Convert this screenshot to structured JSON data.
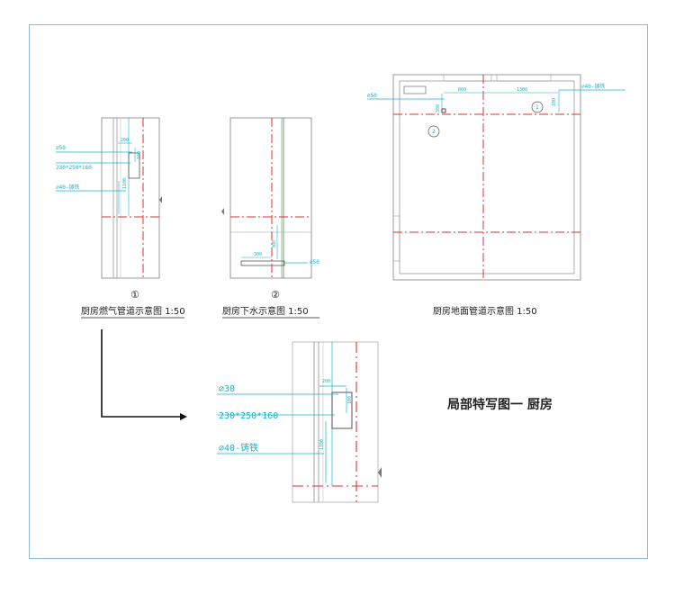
{
  "drawings": {
    "gas": {
      "number": "①",
      "caption": "厨房燃气管道示意图 1:50",
      "labels": {
        "pipe_d50": "⌀50",
        "box_size": "230*250*160",
        "pipe_d40": "⌀40-铸铁"
      },
      "dims": {
        "w200": "200",
        "h100": "100",
        "h1100": "1100"
      }
    },
    "drain": {
      "number": "②",
      "caption": "厨房下水示意图 1:50",
      "labels": {
        "pipe_d50": "⌀50"
      },
      "dims": {
        "w300": "300",
        "h300": "300"
      }
    },
    "floor": {
      "caption": "厨房地面管道示意图 1:50",
      "labels": {
        "pipe_d50": "⌀50",
        "pipe_d40": "⌀40-铸铁"
      },
      "dims": {
        "d800": "800",
        "d1300": "1300",
        "d300": "300",
        "d100": "100"
      },
      "markers": {
        "m1": "1",
        "m2": "2"
      }
    },
    "detail": {
      "labels": {
        "pipe_d30": "⌀30",
        "box_size": "230*250*160",
        "pipe_d40": "⌀40-铸铁"
      },
      "dims": {
        "w200": "200",
        "h100": "100",
        "h1100": "1100"
      }
    }
  },
  "title": "局部特写图一 厨房",
  "colors": {
    "dim_line": "#17b3c6",
    "axis": "#e03030",
    "wall": "#9a9a9a",
    "text": "#222222"
  }
}
